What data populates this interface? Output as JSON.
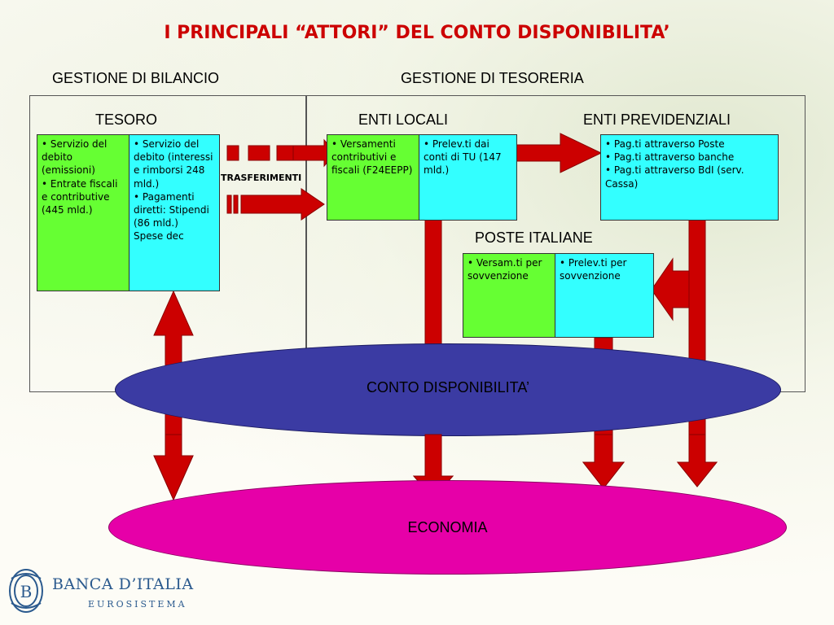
{
  "title": "I PRINCIPALI “ATTORI” DEL CONTO DISPONIBILITA’",
  "sections": {
    "bilancio": "GESTIONE DI BILANCIO",
    "tesoreria": "GESTIONE DI TESORERIA"
  },
  "actors": {
    "tesoro": "TESORO",
    "enti_locali": "ENTI LOCALI",
    "enti_previdenziali": "ENTI PREVIDENZIALI",
    "poste": "POSTE ITALIANE"
  },
  "boxes": {
    "tesoro_in": [
      "• Servizio del debito (emissioni)",
      "• Entrate fiscali e contributive (445 mld.)"
    ],
    "tesoro_out": [
      "• Servizio del debito (interessi e rimborsi 248 mld.)",
      "• Pagamenti diretti: Stipendi (86 mld.)",
      "Spese dec"
    ],
    "enti_locali_in": [
      "• Versamenti contributivi e fiscali (F24EEPP)"
    ],
    "enti_locali_out": [
      "• Prelev.ti dai conti di TU (147 mld.)"
    ],
    "enti_prev": [
      "• Pag.ti attraverso Poste",
      "• Pag.ti attraverso banche",
      "• Pag.ti attraverso BdI (serv. Cassa)"
    ],
    "poste_in": [
      "• Versam.ti per sovvenzione"
    ],
    "poste_out": [
      "• Prelev.ti per sovvenzione"
    ]
  },
  "trasferimenti": "TRASFERIMENTI",
  "conto": "CONTO DISPONIBILITA’",
  "economia": "ECONOMIA",
  "logo": {
    "name": "BANCA D’ITALIA",
    "sub": "EUROSISTEMA",
    "monogram": "B"
  },
  "colors": {
    "title": "#cc0000",
    "arrow": "#cc0000",
    "box_green": "#66ff33",
    "box_cyan": "#33ffff",
    "conto": "#3b3ba3",
    "economia": "#e600a8",
    "logo": "#2b5a8e"
  }
}
